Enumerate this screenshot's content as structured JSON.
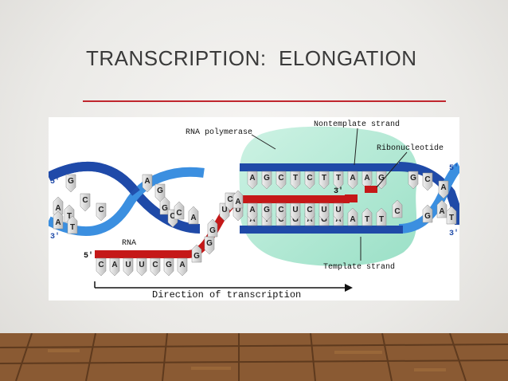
{
  "slide": {
    "title": "TRANSCRIPTION:  ELONGATION"
  },
  "diagram": {
    "labels": {
      "rna_polymerase": "RNA polymerase",
      "nontemplate_strand": "Nontemplate strand",
      "ribonucleotide": "Ribonucleotide",
      "template_strand": "Template strand",
      "rna": "RNA",
      "direction": "Direction of transcription"
    },
    "ends": {
      "left_top": "5'",
      "left_bottom": "3'",
      "right_top": "5'",
      "right_bottom": "3'",
      "rna_5": "5'",
      "rna_3": "3'"
    },
    "nontemplate_bases": [
      "A",
      "G",
      "C",
      "T",
      "C",
      "T",
      "T",
      "A",
      "A",
      "G"
    ],
    "template_bases": [
      "A",
      "T",
      "C",
      "G",
      "A",
      "G",
      "A",
      "A",
      "T",
      "T"
    ],
    "rna_in_bubble": [
      "U",
      "A",
      "G",
      "C",
      "U",
      "C",
      "U",
      "U"
    ],
    "rna_tail": [
      "C",
      "A",
      "U",
      "U",
      "C",
      "G",
      "A"
    ],
    "rna_turn": [
      "G",
      "G",
      "U",
      "G",
      "C",
      "A"
    ],
    "left_helix": {
      "top": [
        "G",
        "A",
        "C"
      ],
      "mid": [
        "A",
        "C",
        "T",
        "G",
        "G",
        "C"
      ],
      "bottom": [
        "A",
        "T",
        "C",
        "A"
      ]
    },
    "right_helix": {
      "top": [
        "G",
        "C",
        "A"
      ],
      "mid": [
        "C",
        "A",
        "T",
        "G"
      ]
    },
    "colors": {
      "dark_blue": "#1f4aa8",
      "light_blue": "#3b8fe0",
      "rna_red": "#c51818",
      "polymerase": "#a9e6cf",
      "base_fill": "#d6d6d6"
    }
  }
}
